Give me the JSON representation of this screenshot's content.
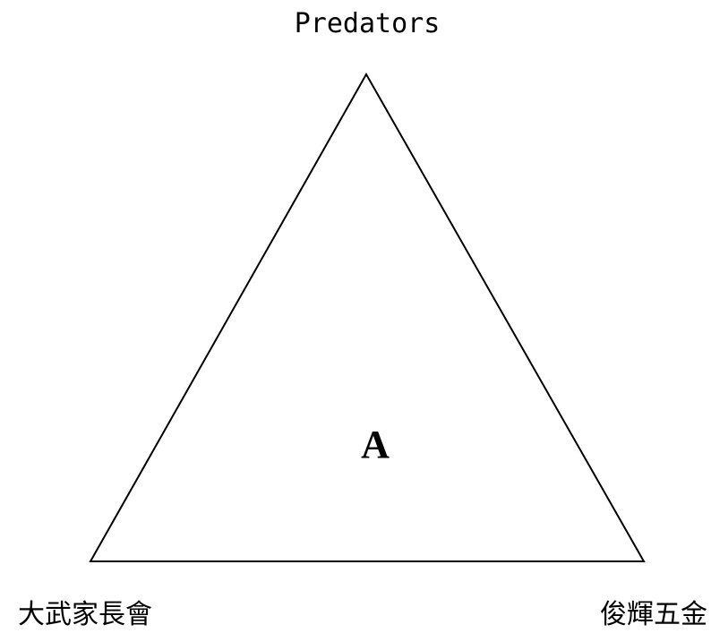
{
  "diagram": {
    "top_vertex": "Predators",
    "left_vertex": "大武家長會",
    "right_vertex": "俊輝五金",
    "center": "A"
  },
  "colors": {
    "stroke": "#000000",
    "background": "#ffffff",
    "text": "#000000"
  }
}
